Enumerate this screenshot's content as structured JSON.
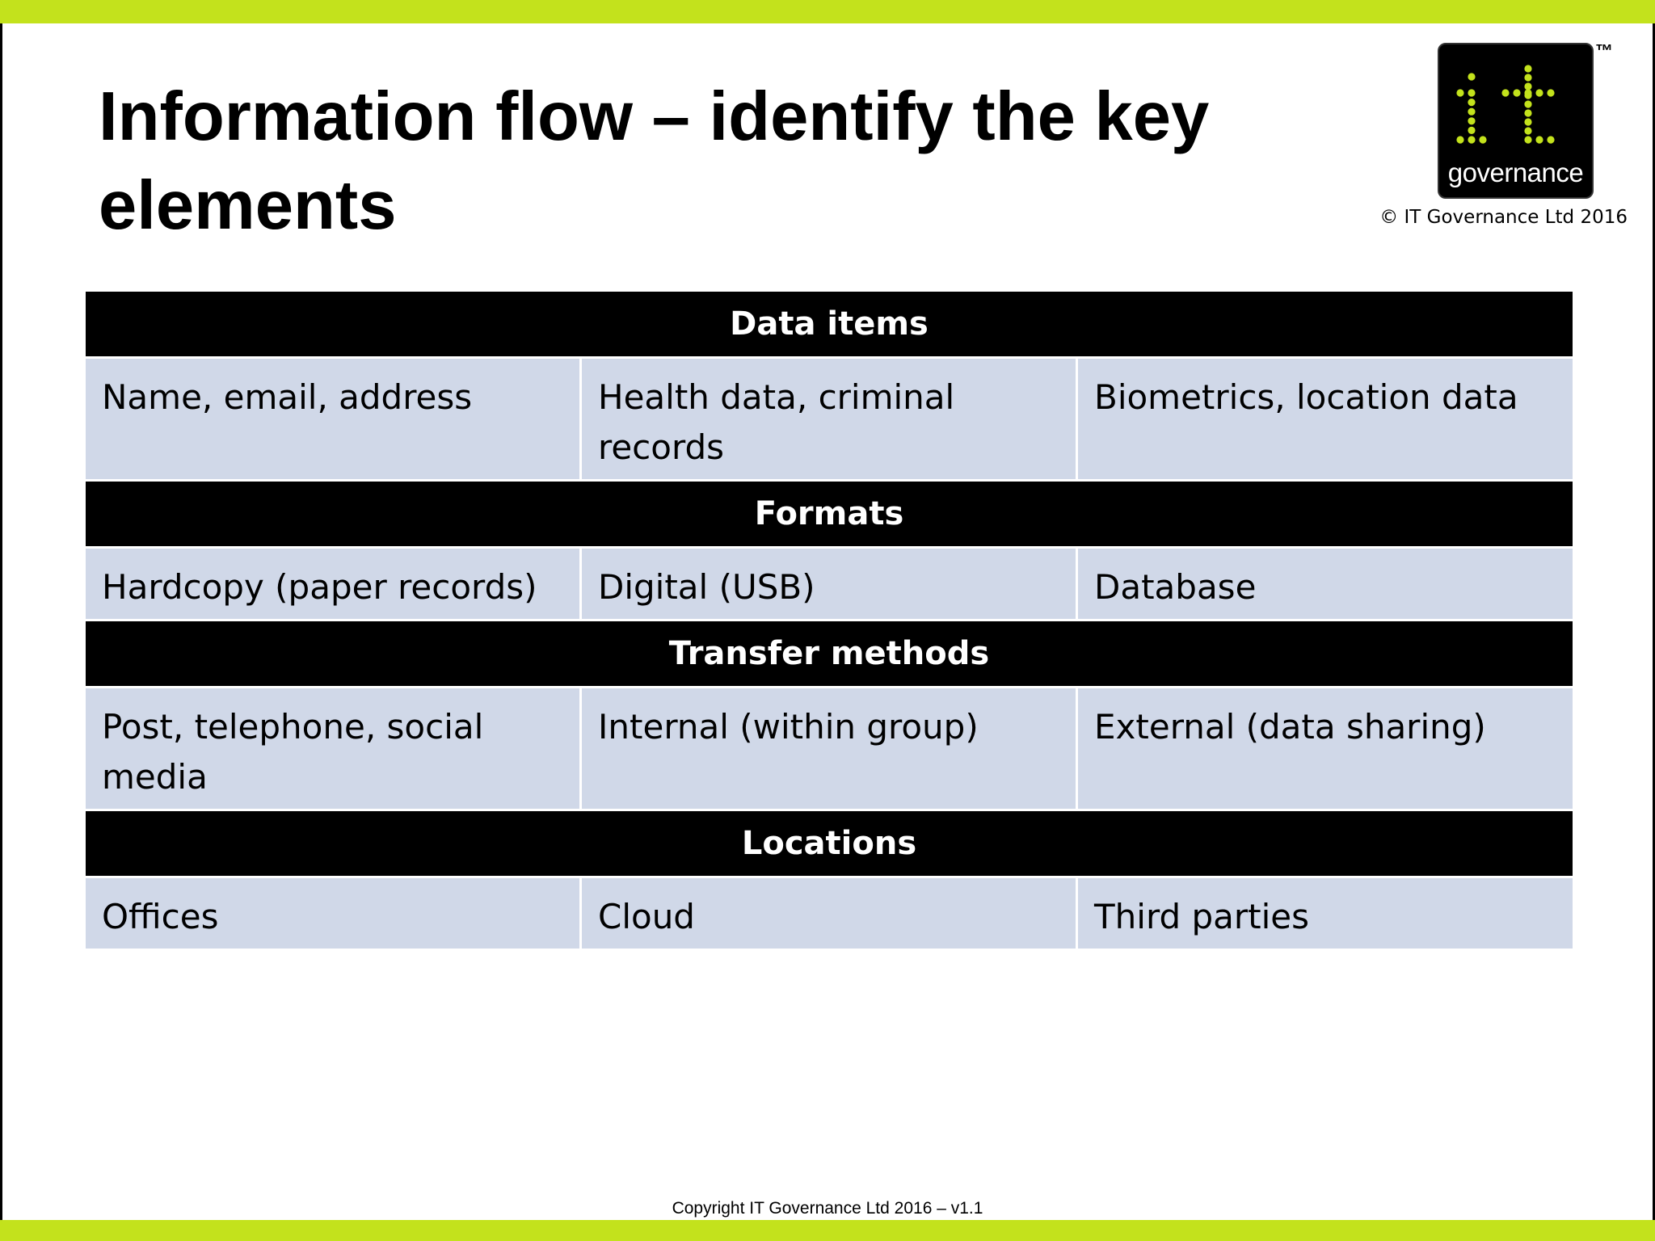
{
  "title": "Information flow – identify the key elements",
  "logo": {
    "text": "governance",
    "glyph": "it",
    "trademark": "™",
    "accent": "#c3e21c"
  },
  "copyright_top": "© IT Governance Ltd 2016",
  "sections": [
    {
      "header": "Data items",
      "cells": [
        "Name, email, address",
        "Health data, criminal records",
        "Biometrics, location data"
      ]
    },
    {
      "header": "Formats",
      "cells": [
        "Hardcopy (paper records)",
        "Digital (USB)",
        "Database"
      ]
    },
    {
      "header": "Transfer methods",
      "cells": [
        "Post, telephone, social media",
        "Internal (within group)",
        "External (data sharing)"
      ]
    },
    {
      "header": "Locations",
      "cells": [
        "Offices",
        "Cloud",
        "Third parties"
      ]
    }
  ],
  "footer": "Copyright IT Governance Ltd 2016 – v1.1",
  "colors": {
    "bar": "#c3e21c",
    "header_bg": "#000000",
    "cell_bg": "#d0d8e8"
  }
}
